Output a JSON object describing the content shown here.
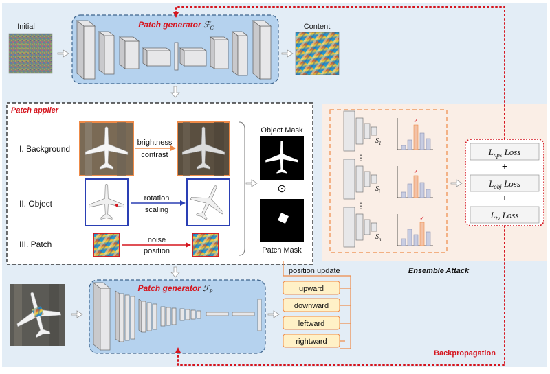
{
  "colors": {
    "panel_bg": "#e3edf6",
    "generator_fill": "#b5d2ee",
    "generator_border": "#3e648c",
    "applier_bg": "#ffffff",
    "ensemble_bg": "#faeee6",
    "ensemble_border": "#ee8a48",
    "red": "#d5161f",
    "dark_red": "#b51b22",
    "option_fill": "#fff1c7",
    "option_border": "#ee8a48",
    "block_fill": "#e7e7e9",
    "block_stroke": "#6b6b6b"
  },
  "top_generator": {
    "initial_label": "Initial",
    "title": "Patch generator",
    "symbol": "ℱ",
    "symbol_sub": "C",
    "content_label": "Content"
  },
  "applier": {
    "title": "Patch applier",
    "rows": [
      {
        "label": "I. Background",
        "op_line1": "brightness",
        "op_line2": "contrast",
        "frame_color": "orange"
      },
      {
        "label": "II. Object",
        "op_line1": "rotation",
        "op_line2": "scaling",
        "frame_color": "blue"
      },
      {
        "label": "III. Patch",
        "op_line1": "noise",
        "op_line2": "position",
        "frame_color": "red"
      }
    ],
    "object_mask_label": "Object Mask",
    "patch_mask_label": "Patch Mask",
    "odot_symbol": "⊙"
  },
  "ensemble": {
    "title": "Ensemble Attack",
    "models": [
      {
        "sub_label": "S",
        "sub_index": "1"
      },
      {
        "sub_label": "S",
        "sub_index": "i"
      },
      {
        "sub_label": "S",
        "sub_index": "n"
      }
    ],
    "vdots": "⋮",
    "check_mark": "✓",
    "loss_word": "Loss",
    "plus_sign": "+",
    "losses": [
      {
        "symbol": "L",
        "subscript": "nps"
      },
      {
        "symbol": "L",
        "subscript": "obj"
      },
      {
        "symbol": "L",
        "subscript": "tv"
      }
    ]
  },
  "bottom_generator": {
    "title": "Patch generator",
    "symbol": "ℱ",
    "symbol_sub": "P"
  },
  "position_update": {
    "title": "position update",
    "options": [
      "upward",
      "downward",
      "leftward",
      "rightward"
    ]
  },
  "backprop_label": "Backpropagation"
}
